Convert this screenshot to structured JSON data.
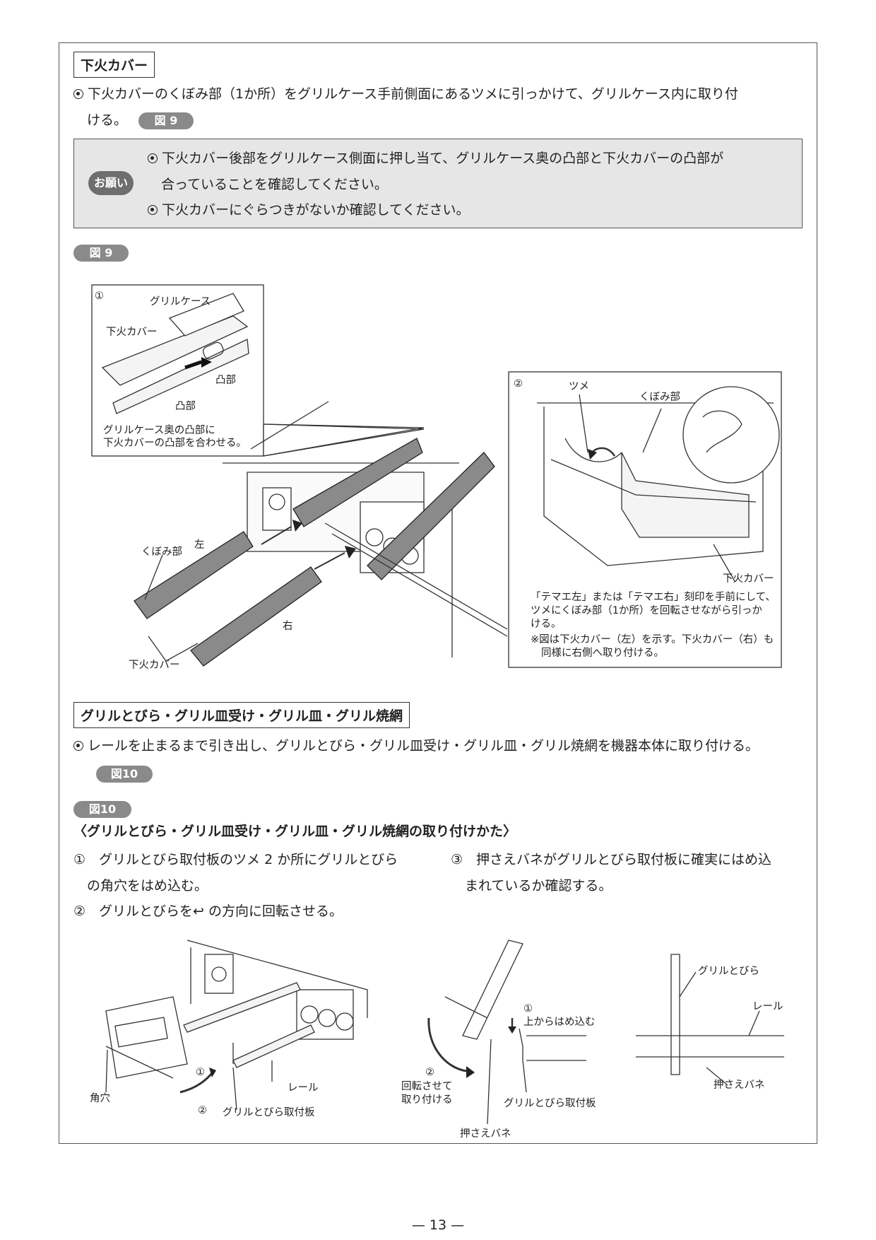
{
  "section1": {
    "title": "下火カバー",
    "line1": "下火カバーのくぼみ部（1か所）をグリルケース手前側面にあるツメに引っかけて、グリルケース内に取り付",
    "line2": "ける。",
    "fig_ref": "図 9"
  },
  "caution": {
    "badge": "お願い",
    "line1": "下火カバー後部をグリルケース側面に押し当て、グリルケース奥の凸部と下火カバーの凸部が",
    "line2": "合っていることを確認してください。",
    "line3": "下火カバーにぐらつきがないか確認してください。"
  },
  "fig9": {
    "label": "図 9",
    "inset1": {
      "num": "①",
      "grill_case": "グリルケース",
      "lower_cover": "下火カバー",
      "convex1": "凸部",
      "convex2": "凸部",
      "note1": "グリルケース奥の凸部に",
      "note2": "下火カバーの凸部を合わせる。"
    },
    "main": {
      "recess": "くぼみ部",
      "left": "左",
      "right": "右",
      "lower_cover": "下火カバー"
    },
    "inset2": {
      "num": "②",
      "tab": "ツメ",
      "recess": "くぼみ部",
      "lower_cover": "下火カバー",
      "note1": "「テマエ左」または「テマエ右」刻印を手前にして、",
      "note2": "ツメにくぼみ部（1か所）を回転させながら引っか",
      "note3": "ける。",
      "note4": "※図は下火カバー（左）を示す。下火カバー（右）も",
      "note5": "同様に右側へ取り付ける。"
    }
  },
  "section2": {
    "title": "グリルとびら・グリル皿受け・グリル皿・グリル焼網",
    "line1": "レールを止まるまで引き出し、グリルとびら・グリル皿受け・グリル皿・グリル焼網を機器本体に取り付ける。",
    "fig_ref": "図10"
  },
  "fig10": {
    "label": "図10",
    "heading": "〈グリルとびら・グリル皿受け・グリル皿・グリル焼網の取り付けかた〉",
    "step1a": "①　グリルとびら取付板のツメ 2 か所にグリルとびら",
    "step1b": "の角穴をはめ込む。",
    "step2": "②　グリルとびらを",
    "step2b": "の方向に回転させる。",
    "step3a": "③　押さえバネがグリルとびら取付板に確実にはめ込",
    "step3b": "まれているか確認する。",
    "d1": {
      "square_hole": "角穴",
      "n1": "①",
      "n2": "②",
      "rail": "レール",
      "mount_plate": "グリルとびら取付板"
    },
    "d2": {
      "n1": "①",
      "fit_from_top": "上からはめ込む",
      "n2": "②",
      "rotate1": "回転させて",
      "rotate2": "取り付ける",
      "spring": "押さえバネ",
      "mount_plate": "グリルとびら取付板"
    },
    "d3": {
      "grill_door": "グリルとびら",
      "rail": "レール",
      "spring": "押さえバネ"
    }
  },
  "page_number": "— 13 —"
}
